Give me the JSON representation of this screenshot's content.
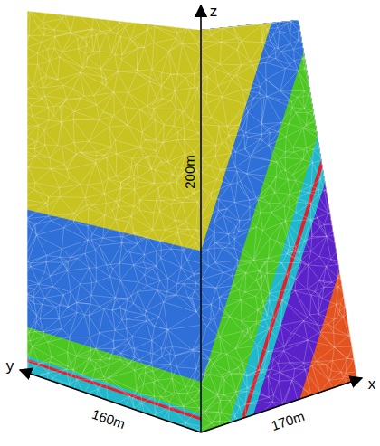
{
  "diagram": {
    "labels": [
      "z",
      "200m",
      "y",
      "x",
      "160m",
      "170m"
    ]
  }
}
